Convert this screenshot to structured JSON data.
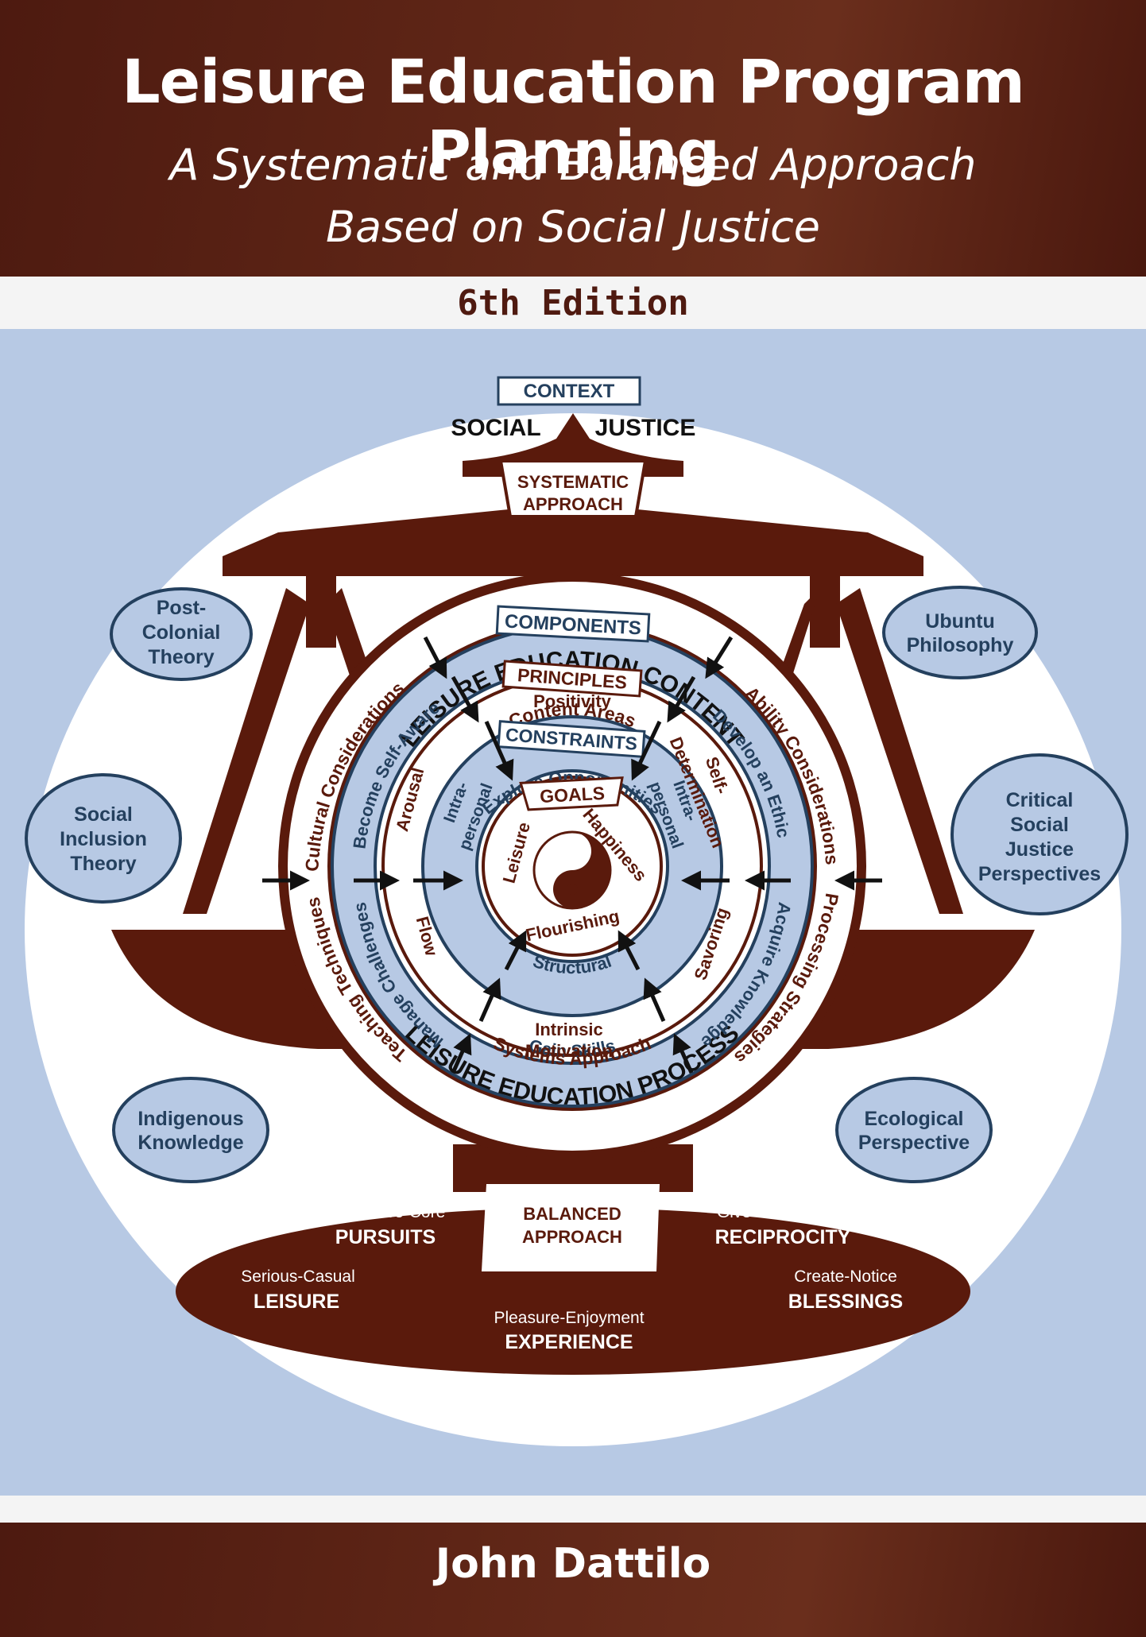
{
  "title": "Leisure Education Program Planning",
  "subtitle_line1": "A Systematic and Balanced Approach",
  "subtitle_line2": "Based on Social Justice",
  "edition": "6th Edition",
  "author": "John Dattilo",
  "colors": {
    "brown": "#5a1a0c",
    "light_blue": "#b7c9e4",
    "navy": "#24405e",
    "white": "#ffffff"
  },
  "diagram": {
    "top": {
      "context": "CONTEXT",
      "social": "SOCIAL",
      "justice": "JUSTICE",
      "systematic_line1": "SYSTEMATIC",
      "systematic_line2": "APPROACH"
    },
    "theories": {
      "post_colonial": [
        "Post-",
        "Colonial",
        "Theory"
      ],
      "ubuntu": [
        "Ubuntu",
        "Philosophy"
      ],
      "social_inclusion": [
        "Social",
        "Inclusion",
        "Theory"
      ],
      "critical_social_justice": [
        "Critical",
        "Social",
        "Justice",
        "Perspectives"
      ],
      "indigenous": [
        "Indigenous",
        "Knowledge"
      ],
      "ecological": [
        "Ecological",
        "Perspective"
      ]
    },
    "rings": {
      "outer_top": "LEISURE EDUCATION CONTENT",
      "outer_bottom": "LEISURE EDUCATION PROCESS",
      "content_areas": "Content Areas",
      "systems_approach": "Systems Approach",
      "cultural": "Cultural Considerations",
      "ability": "Ability Considerations",
      "teaching": "Teaching Techniques",
      "processing": "Processing Strategies",
      "components": "COMPONENTS",
      "explore": "Explore Opportunities",
      "self_aware": "Become Self-Aware",
      "develop_ethic": "Develop an Ethic",
      "manage": "Manage Challenges",
      "acquire": "Acquire Knowledge",
      "gain_skills": "Gain Skills",
      "principles": "PRINCIPLES",
      "positivity": "Positivity",
      "arousal": "Arousal",
      "self_det_1": "Self-",
      "self_det_2": "Determination",
      "flow": "Flow",
      "savoring": "Savoring",
      "intrinsic_1": "Intrinsic",
      "intrinsic_2": "Motivation",
      "constraints": "CONSTRAINTS",
      "intra_1": "Intra-",
      "intra_2": "personal",
      "inter_1": "Intra-",
      "inter_2": "personal",
      "structural": "Structural",
      "goals": "GOALS",
      "leisure": "Leisure",
      "happiness": "Happiness",
      "flourishing": "Flourishing"
    },
    "base": {
      "balanced_line1": "BALANCED",
      "balanced_line2": "APPROACH",
      "pursuits_small": "Repertoire-Core",
      "pursuits": "PURSUITS",
      "reciprocity_small": "Give-Receive",
      "reciprocity": "RECIPROCITY",
      "leisure_small": "Serious-Casual",
      "leisure_big": "LEISURE",
      "blessings_small": "Create-Notice",
      "blessings": "BLESSINGS",
      "experience_small": "Pleasure-Enjoyment",
      "experience": "EXPERIENCE"
    }
  }
}
